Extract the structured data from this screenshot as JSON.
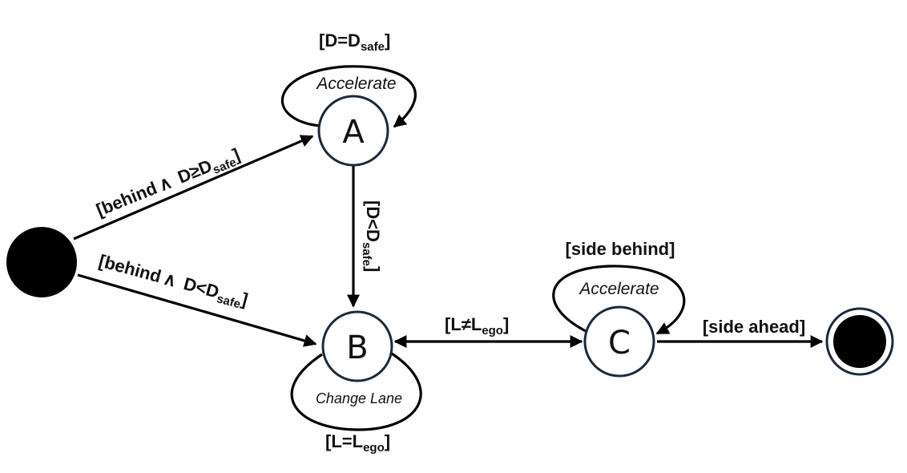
{
  "states": {
    "A": "A",
    "B": "B",
    "C": "C"
  },
  "actions": {
    "a_self": "Accelerate",
    "b_self": "Change Lane",
    "c_self": "Accelerate"
  },
  "guards": {
    "a_self": {
      "main": "[D=D",
      "sub": "safe",
      "close": "]"
    },
    "init_to_a": {
      "main": "[behind",
      "and": "∧",
      "cond": "D≥D",
      "sub": "safe",
      "close": "]"
    },
    "init_to_b": {
      "main": "[behind",
      "and": "∧",
      "cond": "D<D",
      "sub": "safe",
      "close": "]"
    },
    "a_to_b": {
      "main": "[D<D",
      "sub": "safe",
      "close": "]"
    },
    "b_c": {
      "main": "[L≠L",
      "sub": "ego",
      "close": "]"
    },
    "b_self": {
      "main": "[L=L",
      "sub": "ego",
      "close": "]"
    },
    "c_self": {
      "main": "[side behind]"
    },
    "c_to_final": {
      "main": "[side ahead]"
    }
  }
}
